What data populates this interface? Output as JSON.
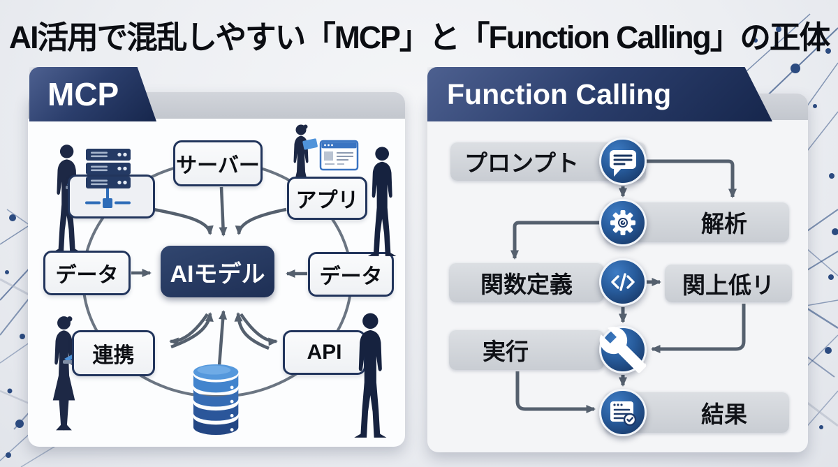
{
  "title": "AI活用で混乱しやすい「MCP」と「Function Calling」の正体",
  "panels": {
    "mcp": {
      "tab_label": "MCP",
      "nodes": {
        "server": "サーバー",
        "app": "アプリ",
        "data_left": "データ",
        "data_right": "データ",
        "ai_model": "AIモデル",
        "link": "連携",
        "api": "API"
      },
      "icons": [
        "server-rack-icon",
        "browser-window-icon",
        "database-icon",
        "businessperson-silhouette"
      ]
    },
    "function_calling": {
      "tab_label": "Function Calling",
      "steps": [
        {
          "label": "プロンプト",
          "icon": "chat-bubble-icon"
        },
        {
          "label": "解析",
          "icon": "gear-icon"
        },
        {
          "label": "関数定義",
          "icon": "code-icon"
        },
        {
          "label": "関上低リ",
          "icon": "none"
        },
        {
          "label": "実行",
          "icon": "wrench-icon"
        },
        {
          "label": "結果",
          "icon": "document-check-icon"
        }
      ]
    }
  },
  "colors": {
    "tab_navy": "#22355c",
    "ai_model_navy": "#243a68",
    "accent_blue": "#2f72ba",
    "arrow_gray": "#55606e",
    "step_box_gray": "#ced2d8",
    "database_blue": "#3f7fc6",
    "background": "#eceef2"
  }
}
